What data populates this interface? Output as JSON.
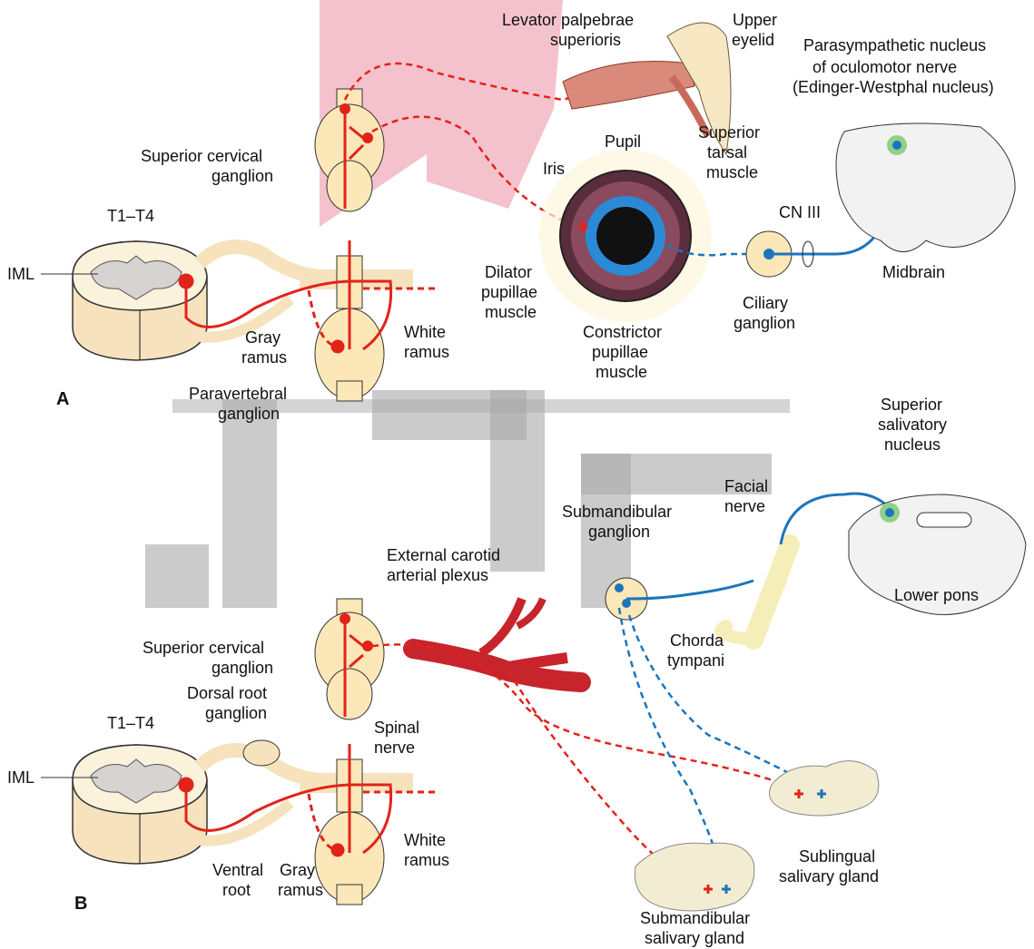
{
  "panel_a": {
    "letter": "A",
    "labels": {
      "t1t4": "T1–T4",
      "iml": "IML",
      "gray_ramus_1": "Gray",
      "gray_ramus_2": "ramus",
      "white_ramus_1": "White",
      "white_ramus_2": "ramus",
      "paravertebral_1": "Paravertebral",
      "paravertebral_2": "ganglion",
      "scg_1": "Superior cervical",
      "scg_2": "ganglion",
      "levator_1": "Levator palpebrae",
      "levator_2": "superioris",
      "upper_eyelid_1": "Upper",
      "upper_eyelid_2": "eyelid",
      "tarsal_1": "Superior",
      "tarsal_2": "tarsal",
      "tarsal_3": "muscle",
      "pupil": "Pupil",
      "iris": "Iris",
      "dilator_1": "Dilator",
      "dilator_2": "pupillae",
      "dilator_3": "muscle",
      "constrictor_1": "Constrictor",
      "constrictor_2": "pupillae",
      "constrictor_3": "muscle",
      "ciliary_1": "Ciliary",
      "ciliary_2": "ganglion",
      "cn3": "CN III",
      "ew_1": "Parasympathetic nucleus",
      "ew_2": "of oculomotor nerve",
      "ew_3": "(Edinger-Westphal nucleus)",
      "midbrain": "Midbrain"
    }
  },
  "panel_b": {
    "letter": "B",
    "labels": {
      "t1t4": "T1–T4",
      "iml": "IML",
      "drg_1": "Dorsal root",
      "drg_2": "ganglion",
      "spinal_nerve_1": "Spinal",
      "spinal_nerve_2": "nerve",
      "white_ramus_1": "White",
      "white_ramus_2": "ramus",
      "gray_ramus_1": "Gray",
      "gray_ramus_2": "ramus",
      "ventral_root_1": "Ventral",
      "ventral_root_2": "root",
      "scg_1": "Superior cervical",
      "scg_2": "ganglion",
      "ext_carotid_1": "External carotid",
      "ext_carotid_2": "arterial plexus",
      "submand_ganglion_1": "Submandibular",
      "submand_ganglion_2": "ganglion",
      "facial_1": "Facial",
      "facial_2": "nerve",
      "chorda_1": "Chorda",
      "chorda_2": "tympani",
      "ssn_1": "Superior",
      "ssn_2": "salivatory",
      "ssn_3": "nucleus",
      "lower_pons": "Lower pons",
      "sublingual_1": "Sublingual",
      "sublingual_2": "salivary gland",
      "submand_gland_1": "Submandibular",
      "submand_gland_2": "salivary gland"
    }
  },
  "colors": {
    "sympathetic": "#e2231a",
    "parasympathetic": "#1b75bc",
    "ganglion_fill": "#fbe7b8",
    "gray_matter": "#d6d3d1",
    "artery": "#c8242b",
    "brain_fill": "#f2f2f2",
    "nucleus": "#8fd18a"
  }
}
